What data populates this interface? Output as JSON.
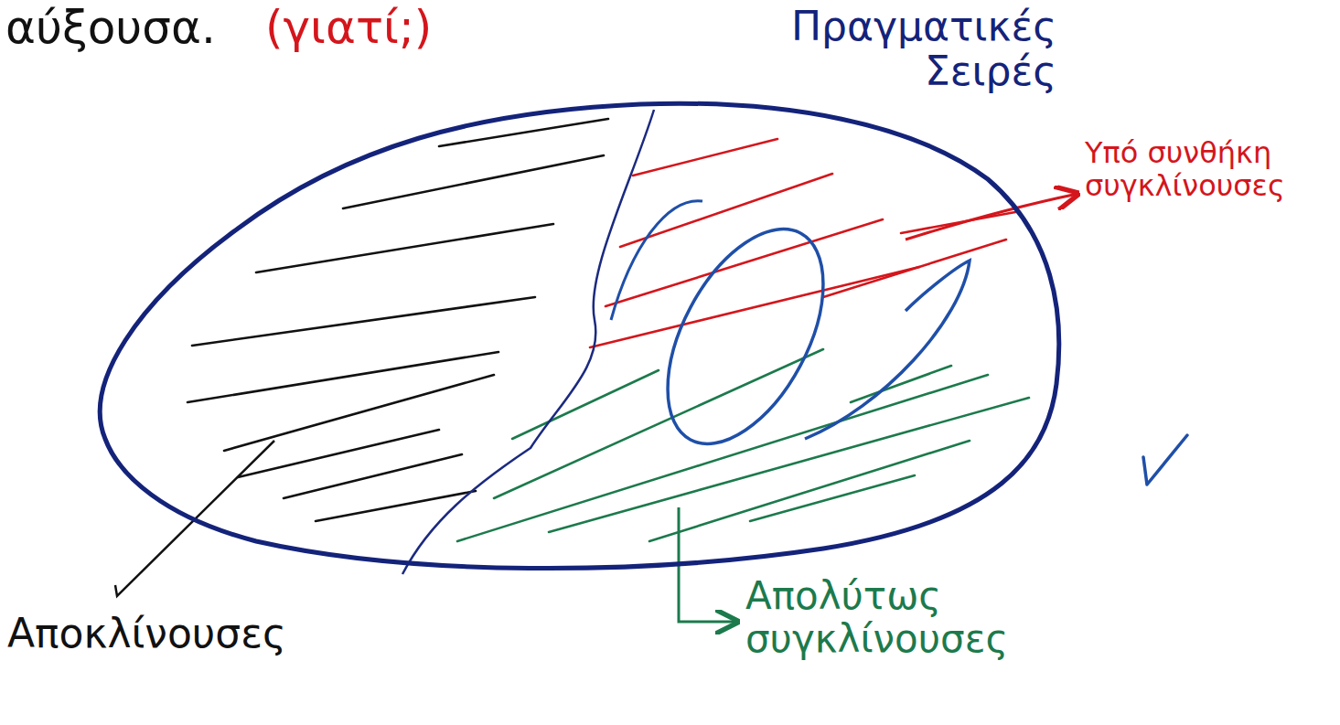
{
  "diagram": {
    "nodes": [
      {
        "text": [
          "Πραγματικές Σειρές"
        ]
      }
    ],
    "labels": [
      "αύξουσα.",
      "(γιατί;)",
      "Υπό συνθήκη συγκλίνουσες",
      "Απολύτως συγκλίνουσες",
      "Αποκλίνουσες"
    ]
  }
}
